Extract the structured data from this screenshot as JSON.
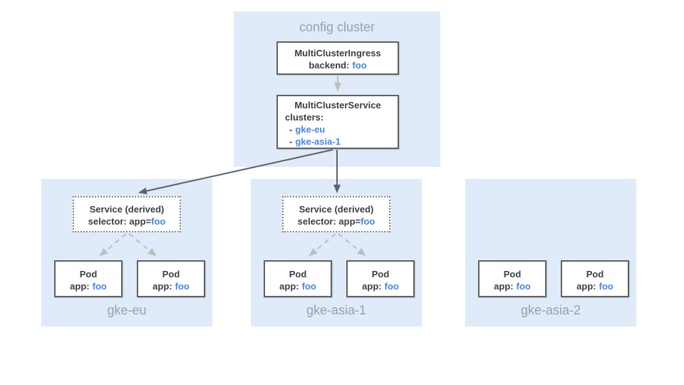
{
  "colors": {
    "panel_bg": "#DFEBF8",
    "box_bg": "#FFFFFF",
    "box_border": "#616161",
    "dotted_border": "#80868B",
    "muted_label": "#9AA0A6",
    "text": "#3C4043",
    "accent_blue": "#4285F4",
    "arrow_dark": "#5F6368",
    "arrow_light": "#BDBDBD"
  },
  "config_cluster": {
    "title": "config cluster",
    "ingress_box": {
      "title": "MultiClusterIngress",
      "backend_label": "backend:",
      "backend_value": "foo"
    },
    "service_box": {
      "title": "MultiClusterService",
      "clusters_label": "clusters:",
      "cluster_items": [
        {
          "bullet": "-",
          "name": "gke-eu"
        },
        {
          "bullet": "-",
          "name": "gke-asia-1"
        }
      ]
    }
  },
  "clusters": [
    {
      "name": "gke-eu",
      "service_box": {
        "title": "Service (derived)",
        "selector_label": "selector: app=",
        "selector_value": "foo"
      },
      "pods": [
        {
          "title": "Pod",
          "app_label": "app:",
          "app_value": "foo"
        },
        {
          "title": "Pod",
          "app_label": "app:",
          "app_value": "foo"
        }
      ]
    },
    {
      "name": "gke-asia-1",
      "service_box": {
        "title": "Service (derived)",
        "selector_label": "selector: app=",
        "selector_value": "foo"
      },
      "pods": [
        {
          "title": "Pod",
          "app_label": "app:",
          "app_value": "foo"
        },
        {
          "title": "Pod",
          "app_label": "app:",
          "app_value": "foo"
        }
      ]
    },
    {
      "name": "gke-asia-2",
      "pods": [
        {
          "title": "Pod",
          "app_label": "app:",
          "app_value": "foo"
        },
        {
          "title": "Pod",
          "app_label": "app:",
          "app_value": "foo"
        }
      ]
    }
  ],
  "edges": [
    {
      "from": "MultiClusterIngress",
      "to": "MultiClusterService",
      "style": "solid-light"
    },
    {
      "from": "MultiClusterService",
      "to": "gke-eu/Service (derived)",
      "style": "solid-dark"
    },
    {
      "from": "MultiClusterService",
      "to": "gke-asia-1/Service (derived)",
      "style": "solid-dark"
    },
    {
      "from": "gke-eu/Service (derived)",
      "to": "gke-eu/Pod",
      "style": "dashed-light"
    },
    {
      "from": "gke-eu/Service (derived)",
      "to": "gke-eu/Pod",
      "style": "dashed-light"
    },
    {
      "from": "gke-asia-1/Service (derived)",
      "to": "gke-asia-1/Pod",
      "style": "dashed-light"
    },
    {
      "from": "gke-asia-1/Service (derived)",
      "to": "gke-asia-1/Pod",
      "style": "dashed-light"
    }
  ]
}
